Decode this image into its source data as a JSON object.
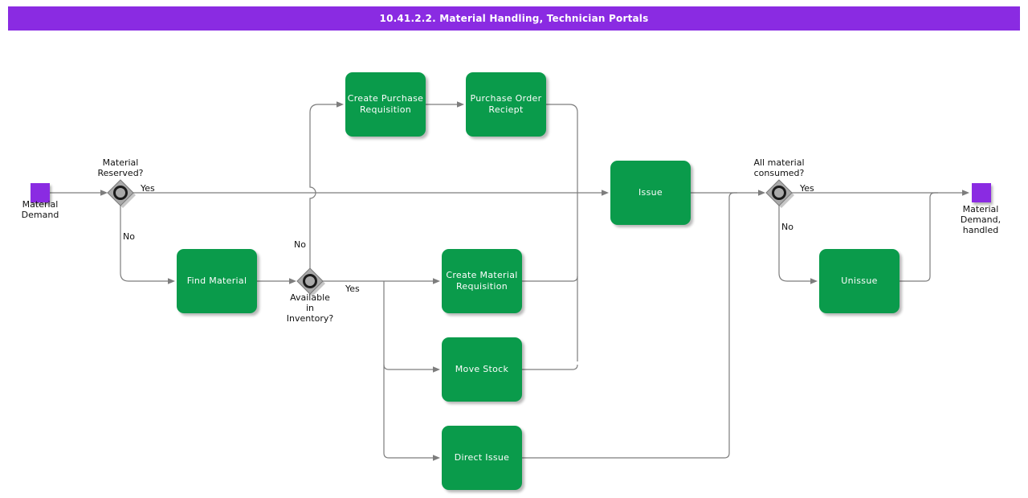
{
  "header": {
    "title": "10.41.2.2. Material Handling, Technician Portals"
  },
  "colors": {
    "title_bar": "#8A2BE2",
    "event_node": "#8A2BE2",
    "task_node": "#0A9B4B",
    "connector": "#7D7D7D",
    "gateway_fill": "#A9A9A9"
  },
  "events": {
    "start": {
      "label": "Material\nDemand"
    },
    "end": {
      "label": "Material\nDemand,\nhandled"
    }
  },
  "tasks": {
    "create_purchase_requisition": {
      "label": "Create Purchase\nRequisition"
    },
    "purchase_order_reciept": {
      "label": "Purchase Order\nReciept"
    },
    "find_material": {
      "label": "Find Material"
    },
    "create_material_requisition": {
      "label": "Create Material\nRequisition"
    },
    "move_stock": {
      "label": "Move Stock"
    },
    "direct_issue": {
      "label": "Direct Issue"
    },
    "issue": {
      "label": "Issue"
    },
    "unissue": {
      "label": "Unissue"
    }
  },
  "decisions": {
    "material_reserved": {
      "question": "Material\nReserved?",
      "yes_label": "Yes",
      "no_label": "No"
    },
    "available_in_inventory": {
      "question": "Available\nin\nInventory?",
      "yes_label": "Yes",
      "no_label": "No"
    },
    "all_material_consumed": {
      "question": "All material\nconsumed?",
      "yes_label": "Yes",
      "no_label": "No"
    }
  }
}
